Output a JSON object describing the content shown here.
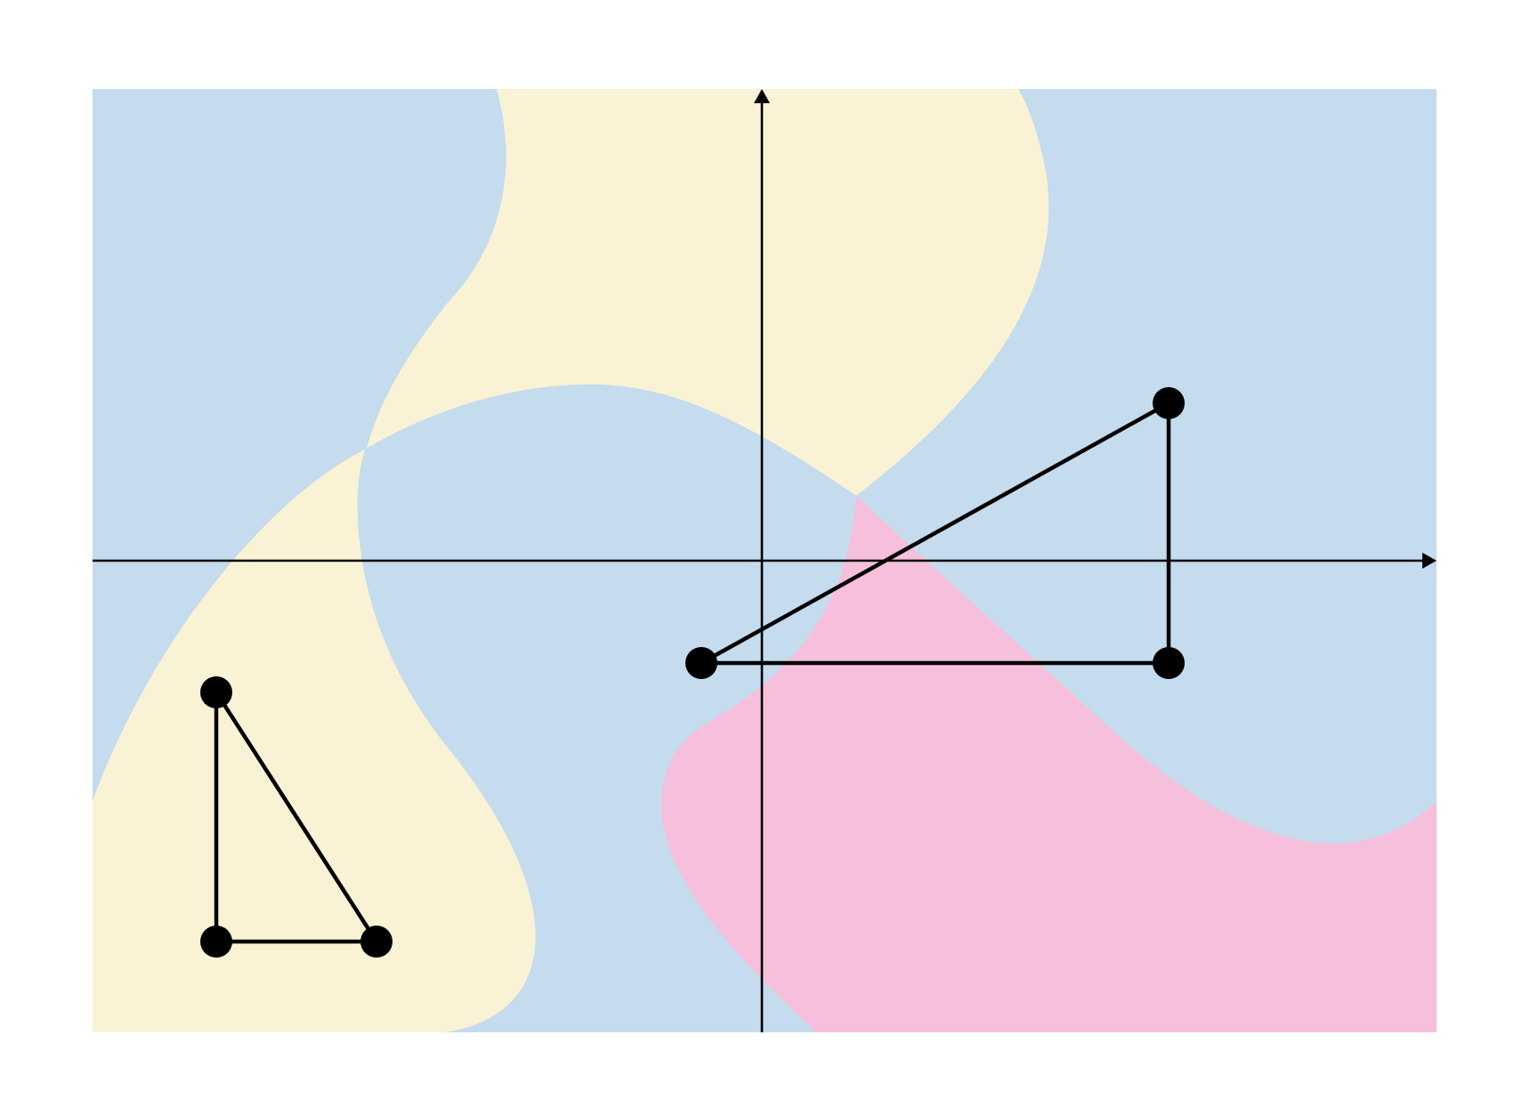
{
  "colors": {
    "background": "#c5dbee",
    "region_yellow": "#f9f2d5",
    "region_pink": "#f6c0dc",
    "ink": "#000000",
    "page": "#ffffff"
  },
  "diagram": {
    "type": "coordinate-plane-with-triangles",
    "axes": {
      "x_arrow": true,
      "y_arrow": true,
      "tick_labels": false
    },
    "shapes": [
      {
        "name": "left-right-triangle",
        "vertices": 3,
        "right_angle": "bottom-left"
      },
      {
        "name": "right-right-triangle",
        "vertices": 3,
        "right_angle": "bottom-right"
      }
    ],
    "regions": [
      "yellow-top-band",
      "yellow-bottom-left",
      "pink-bottom-right"
    ]
  }
}
